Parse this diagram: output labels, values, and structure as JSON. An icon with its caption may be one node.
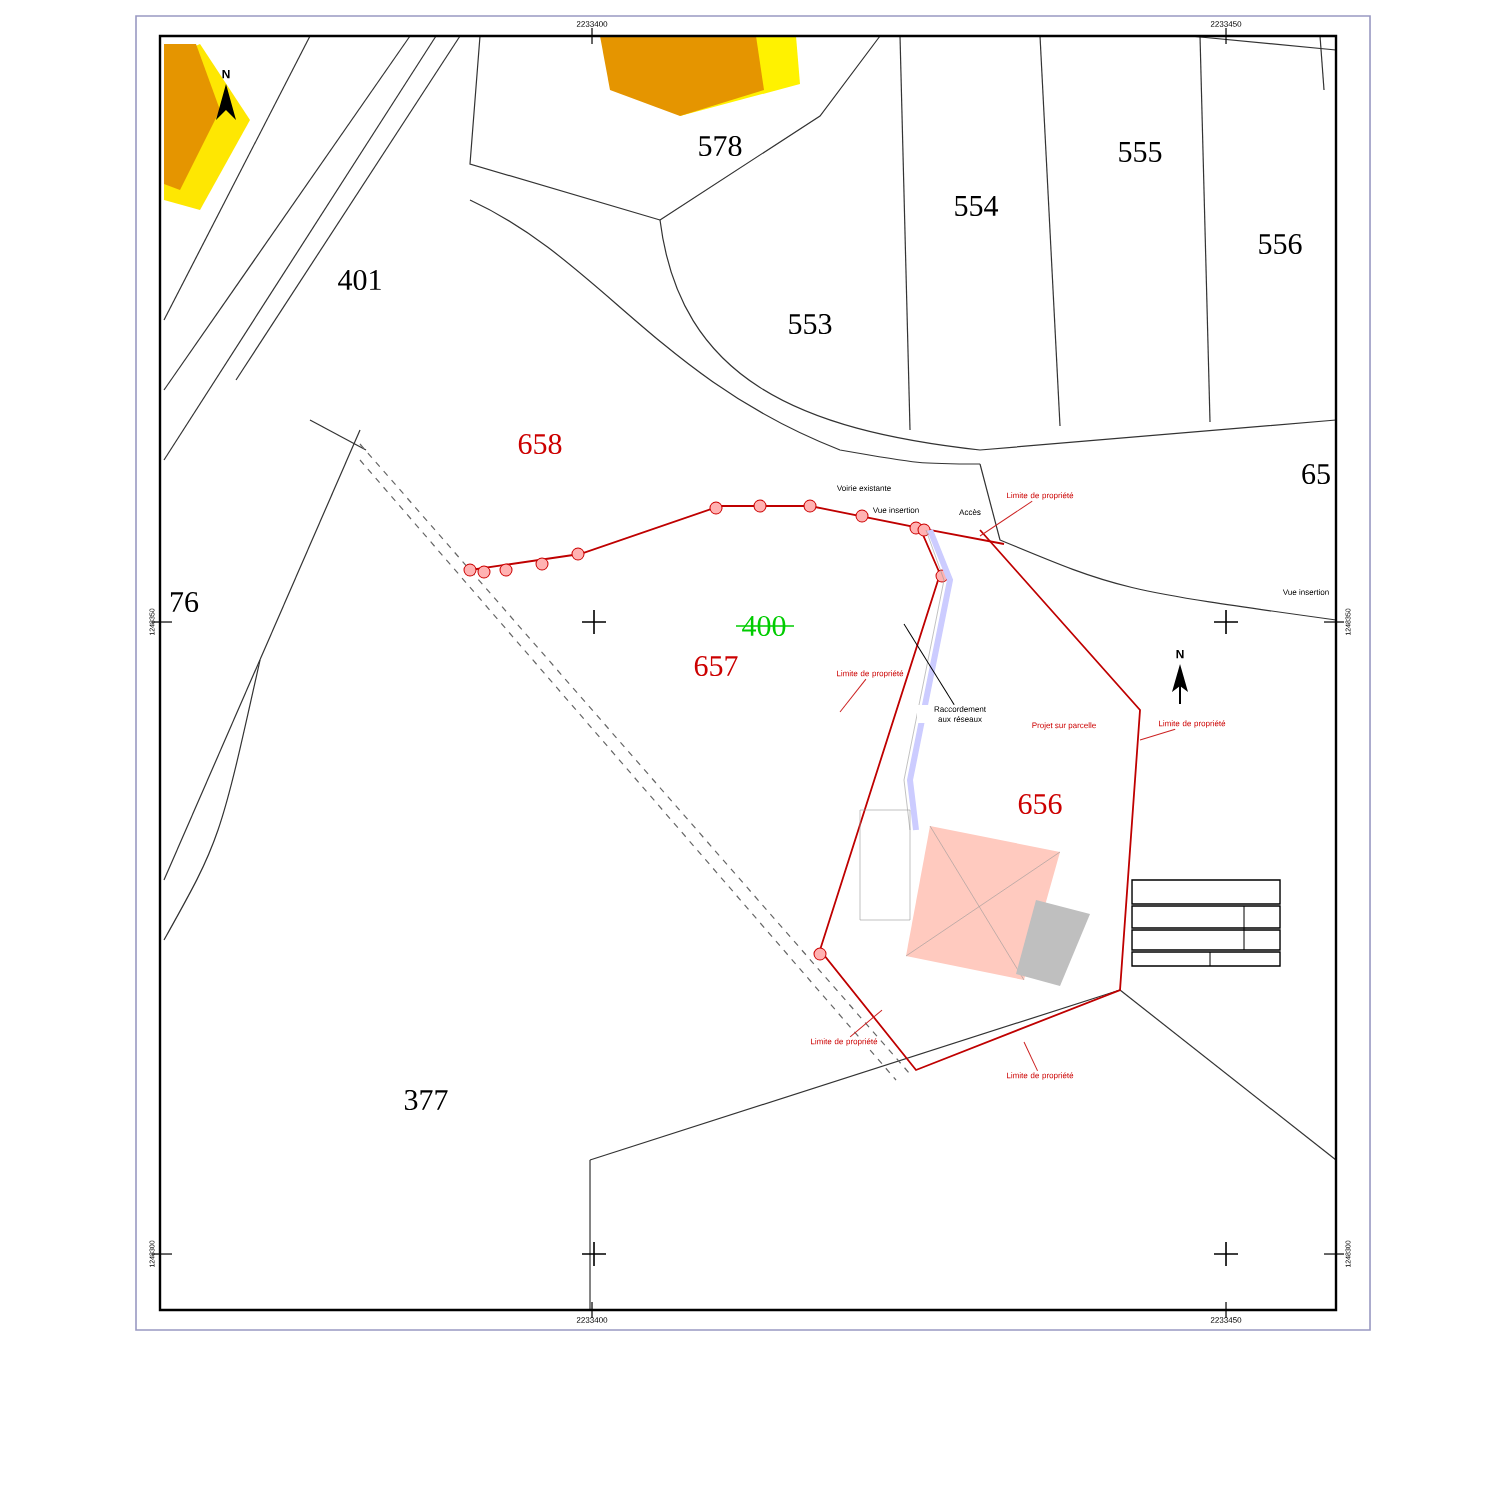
{
  "diagram": {
    "nodes": [
      {
        "text": [
          "Limite de propriété"
        ]
      },
      {
        "text": [
          "Limite de propriété"
        ]
      },
      {
        "text": [
          "Limite de propriété"
        ]
      },
      {
        "text": [
          "Limite de propriété"
        ]
      },
      {
        "text": [
          "Limite de propriété"
        ]
      },
      {
        "text": [
          "Raccordement aux réseaux"
        ]
      }
    ],
    "edges": [
      {
        "from": 0,
        "to": null,
        "arrow": "none",
        "color": "#cc2222"
      },
      {
        "from": 1,
        "to": null,
        "arrow": "none",
        "color": "#cc2222"
      },
      {
        "from": 2,
        "to": null,
        "arrow": "none",
        "color": "#cc2222"
      },
      {
        "from": 3,
        "to": null,
        "arrow": "none",
        "color": "#cc2222"
      },
      {
        "from": 4,
        "to": null,
        "arrow": "none",
        "color": "#cc2222"
      },
      {
        "from": 5,
        "to": null,
        "arrow": "none",
        "color": "#000000"
      }
    ],
    "labels": [
      "2233400",
      "2233450",
      "N",
      "578",
      "555",
      "554",
      "556",
      "401",
      "553",
      "658",
      "65",
      "Voirie existante",
      "Vue insertion",
      "Accès",
      "1248350",
      "76",
      "400",
      "657",
      "Vue insertion",
      "1248350",
      "N",
      "Projet sur parcelle",
      "656",
      "377",
      "1248300",
      "1248300",
      "2233400",
      "2233450"
    ]
  }
}
